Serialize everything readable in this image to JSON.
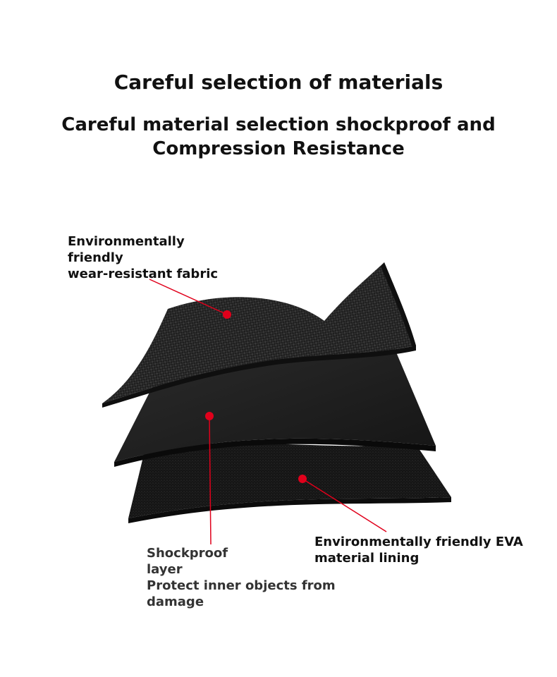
{
  "header": {
    "title": "Careful selection of materials",
    "subtitle_lines": [
      "Careful material selection shockproof and",
      "Compression Resistance"
    ]
  },
  "layers": {
    "fabric": {
      "label_lines": [
        "Environmentally",
        "friendly",
        "wear-resistant fabric"
      ]
    },
    "shockproof": {
      "label_lines": [
        "Shockproof",
        "layer",
        "Protect inner objects from",
        "damage"
      ]
    },
    "eva": {
      "label_lines": [
        "Environmentally friendly EVA",
        "material lining"
      ]
    }
  },
  "colors": {
    "marker": "#e0001b",
    "layer_dark": "#1b1b1b",
    "fabric": "#222222",
    "text": "#111111"
  }
}
